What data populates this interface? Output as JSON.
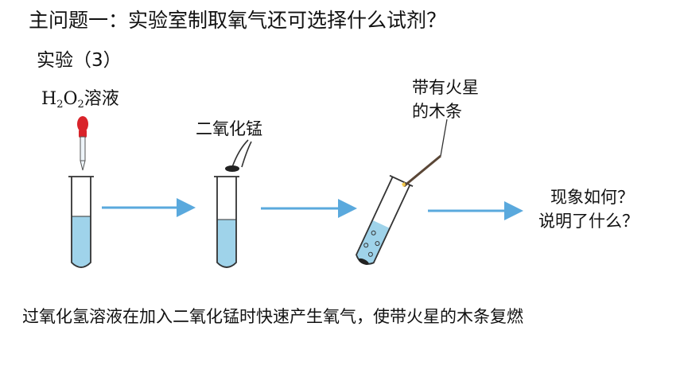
{
  "title": "主问题一：实验室制取氧气还可选择什么试剂？",
  "subtitle": "实验（3）",
  "reagent_label": {
    "formula_h": "H",
    "formula_sub1": "2",
    "formula_o": "O",
    "formula_sub2": "2",
    "text": "溶液"
  },
  "mno2_label": "二氧化锰",
  "splint_label": [
    "带有火星",
    "的木条"
  ],
  "question": [
    "现象如何？",
    "说明了什么？"
  ],
  "conclusion": "过氧化氢溶液在加入二氧化锰时快速产生氧气，使带火星的木条复燃",
  "colors": {
    "arrow": "#5aa9dd",
    "liquid": "#9fd3ea",
    "dropper_bulb": "#d9232a",
    "splint": "#5a4636"
  }
}
